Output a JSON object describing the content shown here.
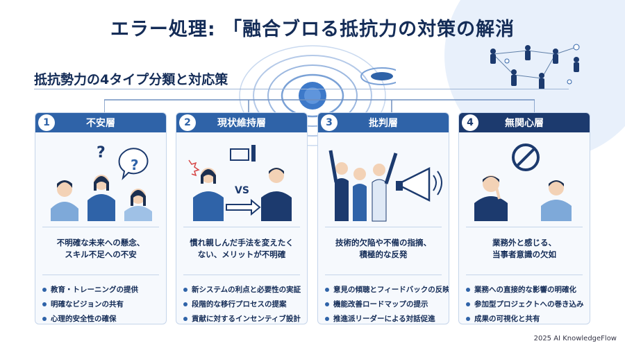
{
  "title": "エラー処理: 「融合ブロる抵抗力の対策の解消",
  "subtitle": "抵抗勢力の4タイプ分類と対応策",
  "footer": "2025 AI KnowledgeFlow",
  "colors": {
    "primary": "#2f63a8",
    "dark": "#1c3a6e",
    "text": "#142c57",
    "card_bg": "#f6f9fd"
  },
  "cards": [
    {
      "number": "1",
      "title": "不安層",
      "desc": [
        "不明確な未来への懸念、",
        "スキル不足への不安"
      ],
      "actions": [
        "教育・トレーニングの提供",
        "明確なビジョンの共有",
        "心理的安全性の確保"
      ],
      "icon": "worried-people-question-icon"
    },
    {
      "number": "2",
      "title": "現状維持層",
      "desc": [
        "慣れ親しんだ手法を変えたく",
        "ない、メリットが不明確"
      ],
      "vs_text": "VS",
      "actions": [
        "新システムの利点と必要性の実証",
        "段階的な移行プロセスの提案",
        "貢献に対するインセンティブ設計"
      ],
      "icon": "versus-discussion-icon"
    },
    {
      "number": "3",
      "title": "批判層",
      "desc": [
        "技術的欠陥や不備の指摘、",
        "積極的な反発"
      ],
      "actions": [
        "意見の傾聴とフィードバックの反映",
        "機能改善ロードマップの提示",
        "推進派リーダーによる対話促進"
      ],
      "icon": "megaphone-protest-icon"
    },
    {
      "number": "4",
      "title": "無関心層",
      "desc": [
        "業務外と感じる、",
        "当事者意識の欠如"
      ],
      "actions": [
        "業務への直接的な影響の明確化",
        "参加型プロジェクトへの巻き込み",
        "成果の可視化と共有"
      ],
      "icon": "prohibited-bored-people-icon"
    }
  ]
}
